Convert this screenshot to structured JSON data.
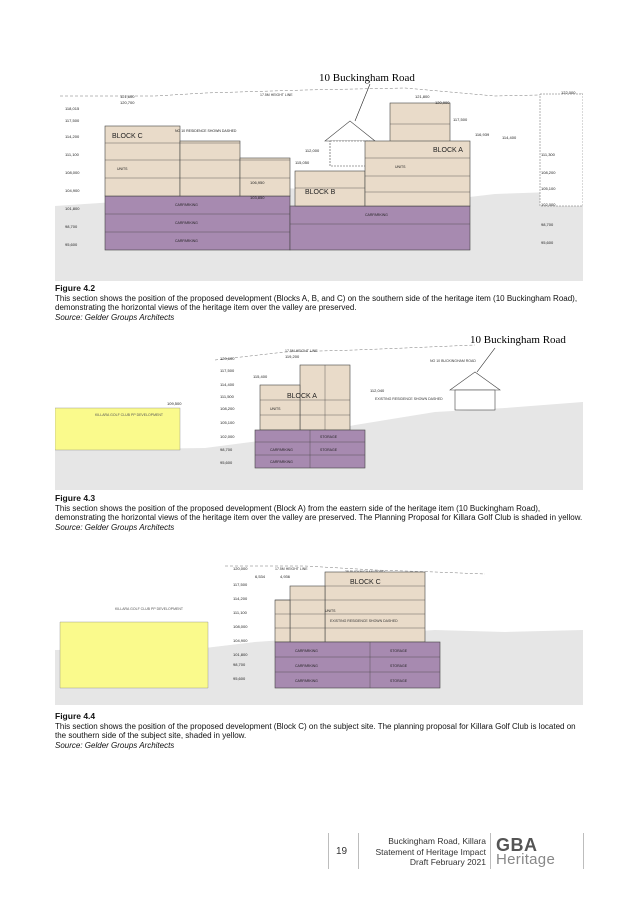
{
  "figures": [
    {
      "title": "Figure 4.2",
      "caption": "This section shows the position of the proposed development (Blocks A, B, and C) on the southern side of the heritage item (10 Buckingham Road), demonstrating the horizontal views of the heritage item over the valley are preserved.",
      "source": "Source: Gelder Groups Architects",
      "drawing": {
        "heading": "10 Buckingham Road",
        "blocks": [
          "BLOCK C",
          "BLOCK B",
          "BLOCK A"
        ],
        "height_line": "17.5M HEIGHT LINE",
        "note_residence": "NO 10 RESIDENCE SHOWN DASHED",
        "level_units": "UNITS",
        "level_carparking": "CARPARKING",
        "rl_left": [
          "121,600",
          "120,700",
          "118,015",
          "117,500",
          "114,200",
          "111,100",
          "108,000",
          "104,900",
          "101,800",
          "98,700",
          "95,600"
        ],
        "rl_mid": [
          "115,050",
          "112,000",
          "106,950",
          "103,850"
        ],
        "rl_right": [
          "121,800",
          "120,900",
          "117,500",
          "116,939",
          "114,400",
          "111,300",
          "108,200",
          "105,100",
          "102,000",
          "98,700",
          "95,600",
          "122,000"
        ]
      }
    },
    {
      "title": "Figure 4.3",
      "caption": "This section shows the position of the proposed development (Block A) from the eastern side of the heritage item (10 Buckingham Road), demonstrating the horizontal views of the heritage item over the valley are preserved. The Planning Proposal for Killara Golf Club is shaded in yellow.",
      "source": "Source: Gelder Groups Architects",
      "drawing": {
        "heading": "10 Buckingham Road",
        "block": "BLOCK A",
        "height_line": "17.5M HEIGHT LINE",
        "yellow_note": "KILLARA GOLF CLUB PP DEVELOPMENT",
        "residence_note": "NO 10 BUCKINGHAM ROAD",
        "existing_note": "EXISTING RESIDENCE SHOWN DASHED",
        "level_units": "UNITS",
        "level_carparking": "CARPARKING",
        "level_storage": "STORAGE",
        "rl_values": [
          "120,600",
          "119,200",
          "117,500",
          "115,400",
          "114,400",
          "111,500",
          "108,200",
          "105,100",
          "102,000",
          "98,700",
          "95,600",
          "112,040",
          "109,500"
        ]
      }
    },
    {
      "title": "Figure 4.4",
      "caption": "This section shows the position of the proposed development (Block C) on the subject site. The planning proposal for Killara Golf Club is located on the southern side of the subject site, shaded in yellow.",
      "source": "Source: Gelder Groups Architects",
      "drawing": {
        "block": "BLOCK C",
        "height_line": "17.5M HEIGHT LINE",
        "road_note": "25 BUCKINGHAM ROAD",
        "yellow_note": "KILLARA GOLF CLUB PP DEVELOPMENT",
        "existing_note": "EXISTING RESIDENCE SHOWN DASHED",
        "level_units": "UNITS",
        "level_carparking": "CARPARKING",
        "level_storage": "STORAGE",
        "dims": [
          "6,534",
          "4,936"
        ],
        "rl_values": [
          "120,000",
          "117,500",
          "114,200",
          "111,100",
          "108,000",
          "104,900",
          "101,800",
          "98,700",
          "95,600"
        ]
      }
    }
  ],
  "footer": {
    "page_number": "19",
    "line1": "Buckingham Road, Killara",
    "line2": "Statement of Heritage Impact",
    "line3": "Draft February 2021",
    "logo_top": "GBA",
    "logo_bottom": "Heritage"
  }
}
